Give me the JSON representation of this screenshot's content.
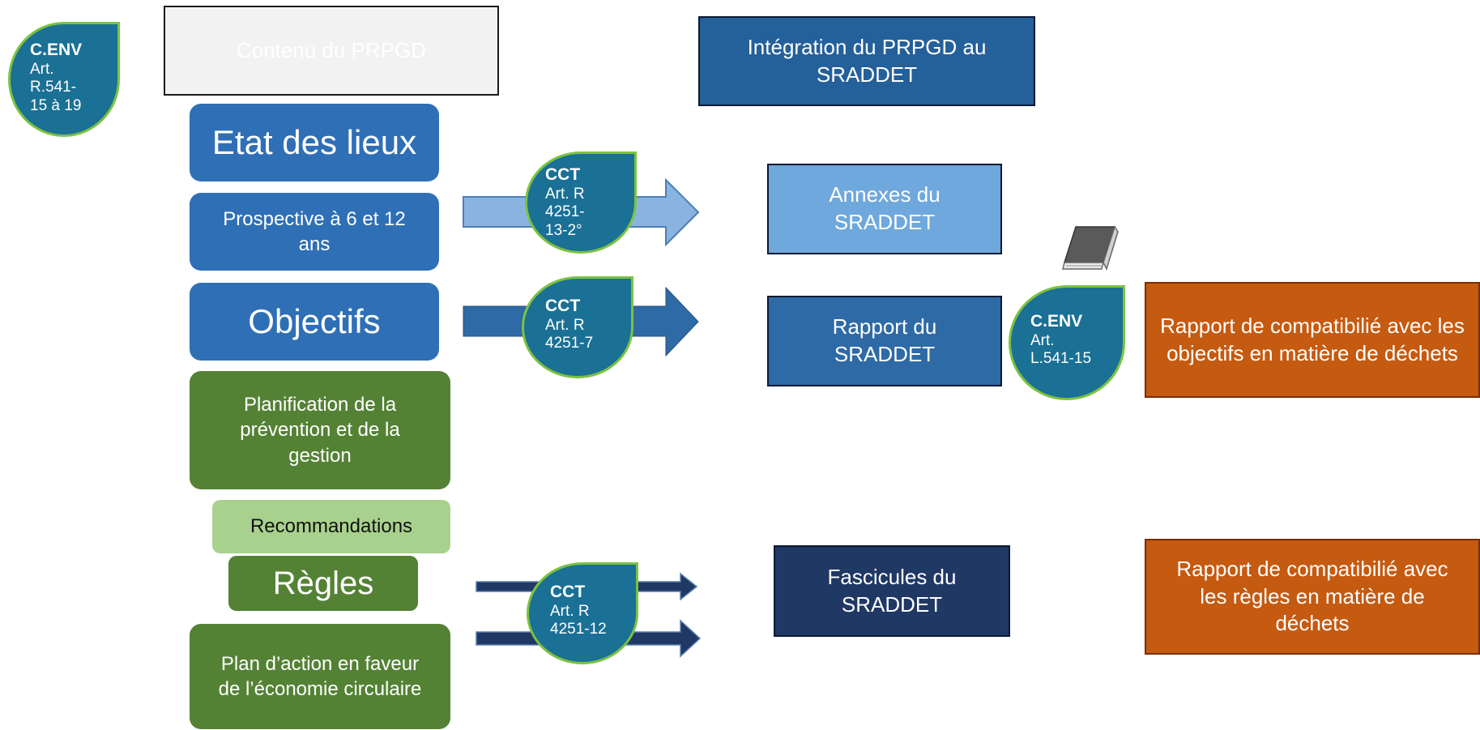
{
  "header": {
    "contenu_title": "Contenu du PRPGD",
    "integration_title": "Intégration du PRPGD au SRADDET"
  },
  "left_column": {
    "etat": "Etat des lieux",
    "prospective": "Prospective à 6 et 12 ans",
    "objectifs": "Objectifs",
    "planification": "Planification de la prévention et de la gestion",
    "recommandations": "Recommandations",
    "regles": "Règles",
    "plan_action": "Plan d’action en faveur de l’économie circulaire"
  },
  "badges": {
    "cenv_top": {
      "title": "C.ENV",
      "line1": "Art.",
      "line2": "R.541-",
      "line3": "15 à 19"
    },
    "cct_annexes": {
      "title": "CCT",
      "line1": "Art. R",
      "line2": "4251-",
      "line3": "13-2°"
    },
    "cct_rapport": {
      "title": "CCT",
      "line1": "Art. R",
      "line2": "4251-7"
    },
    "cct_fascicules": {
      "title": "CCT",
      "line1": "Art. R",
      "line2": "4251-12"
    },
    "cenv_right": {
      "title": "C.ENV",
      "line1": "Art.",
      "line2": "L.541-15"
    }
  },
  "sraddet": {
    "annexes": "Annexes du SRADDET",
    "rapport": "Rapport du SRADDET",
    "fascicules": "Fascicules du SRADDET"
  },
  "compat": {
    "objectifs": "Rapport de compatibilié avec les objectifs en matière de déchets",
    "regles": "Rapport de compatibilié avec les règles en matière de déchets"
  },
  "icons": {
    "book": "book-icon"
  },
  "colors": {
    "blue": "#2f6fb6",
    "green": "#548235",
    "light_green": "#a9d18e",
    "teal_badge": "#1a7095",
    "badge_border": "#7cc242",
    "orange": "#c55a11",
    "annexes_blue": "#6fa8dc",
    "rapport_blue": "#2e6aa6",
    "fascicules_navy": "#203864",
    "integration_blue": "#24609a"
  }
}
